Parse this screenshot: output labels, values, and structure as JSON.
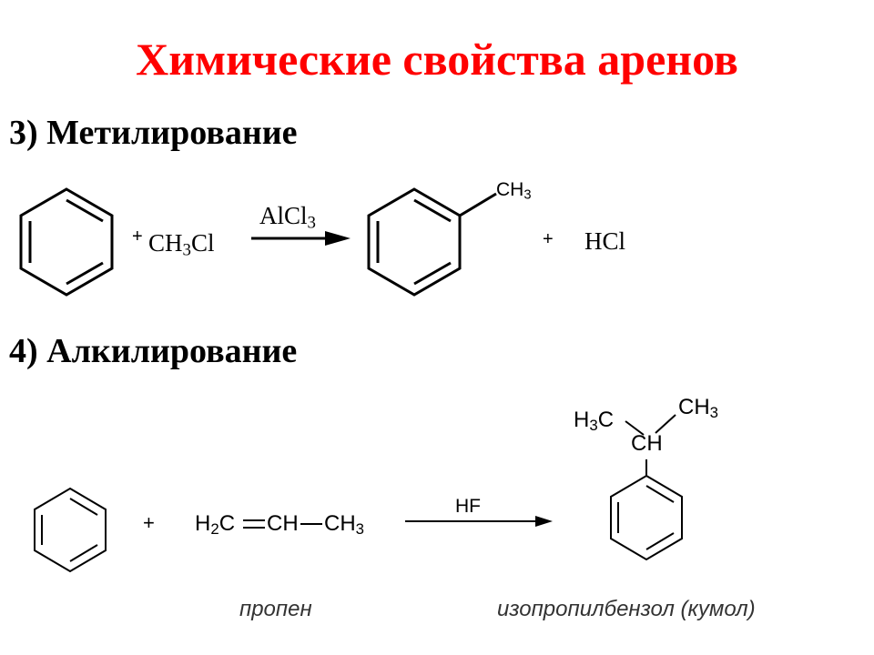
{
  "title": "Химические свойства аренов",
  "section3": {
    "heading": "3) Метилирование",
    "plus1": "+",
    "reagent_main": "CH",
    "reagent_sub": "3",
    "reagent_tail": "Cl",
    "catalyst_main": "AlCl",
    "catalyst_sub": "3",
    "product_group_main": "CH",
    "product_group_sub": "3",
    "plus2": "+",
    "byproduct": "HCl"
  },
  "section4": {
    "heading": "4) Алкилирование",
    "plus": "+",
    "propene_a": "H",
    "propene_a_sub": "2",
    "propene_b": "C",
    "propene_c": "CH",
    "propene_d": "CH",
    "propene_d_sub": "3",
    "catalyst": "HF",
    "product_left_main": "H",
    "product_left_sub": "3",
    "product_left_tail": "C",
    "product_right_main": "CH",
    "product_right_sub": "3",
    "product_center": "CH",
    "propene_caption": "пропен",
    "product_caption": "изопропилбензол (кумол)"
  }
}
